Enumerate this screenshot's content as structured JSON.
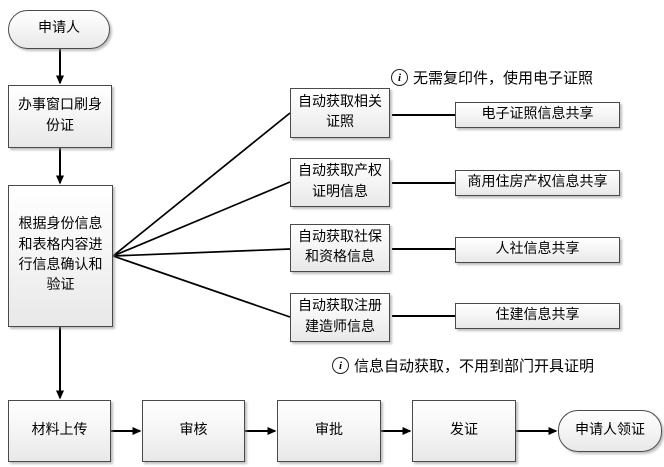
{
  "flow": {
    "start": "申请人",
    "step_swipe_id": "办事窗口刷身份证",
    "step_verify": "根据身份信息和表格内容进行信息确认和验证",
    "bottom_steps": [
      "材料上传",
      "审核",
      "审批",
      "发证"
    ],
    "end": "申请人领证"
  },
  "auto_fetch": [
    {
      "label": "自动获取相关证照",
      "share": "电子证照信息共享"
    },
    {
      "label": "自动获取产权证明信息",
      "share": "商用住房产权信息共享"
    },
    {
      "label": "自动获取社保和资格信息",
      "share": "人社信息共享"
    },
    {
      "label": "自动获取注册建造师信息",
      "share": "住建信息共享"
    }
  ],
  "notes": {
    "info_glyph": "i",
    "top": "无需复印件，使用电子证照",
    "bottom": "信息自动获取，不用到部门开具证明"
  },
  "colors": {
    "background": "#ffffff",
    "box_border": "#4a4a4a",
    "box_fill_top": "#ffffff",
    "box_fill_bottom": "#e8e8e8",
    "line": "#000000",
    "text": "#000000"
  }
}
